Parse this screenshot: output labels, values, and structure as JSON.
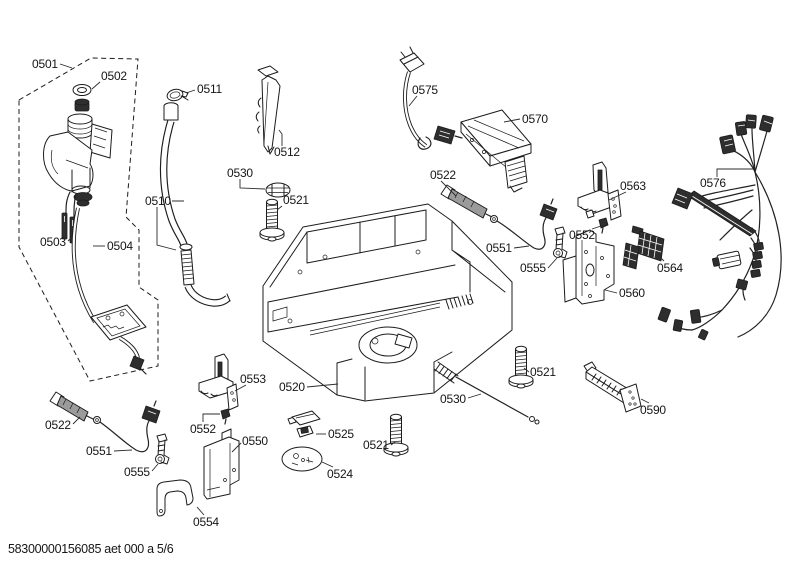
{
  "document": {
    "footer_text": "58300000156085 aet 000 a 5/6",
    "page_indicator": "5/6"
  },
  "colors": {
    "background": "#ffffff",
    "line": "#1c1c1c",
    "dark_part_fill": "#2e2e2e",
    "gray_part_fill": "#9b9b9b",
    "label_text": "#161616"
  },
  "labels": [
    {
      "code": "0501"
    },
    {
      "code": "0502"
    },
    {
      "code": "0511"
    },
    {
      "code": "0512"
    },
    {
      "code": "0575"
    },
    {
      "code": "0570"
    },
    {
      "code": "0530"
    },
    {
      "code": "0522"
    },
    {
      "code": "0563"
    },
    {
      "code": "0576"
    },
    {
      "code": "0510"
    },
    {
      "code": "0521"
    },
    {
      "code": "0503"
    },
    {
      "code": "0504"
    },
    {
      "code": "0551"
    },
    {
      "code": "0552"
    },
    {
      "code": "0555"
    },
    {
      "code": "0564"
    },
    {
      "code": "0560"
    },
    {
      "code": "0553"
    },
    {
      "code": "0520"
    },
    {
      "code": "0521"
    },
    {
      "code": "0530"
    },
    {
      "code": "0590"
    },
    {
      "code": "0522"
    },
    {
      "code": "0551"
    },
    {
      "code": "0552"
    },
    {
      "code": "0550"
    },
    {
      "code": "0525"
    },
    {
      "code": "0555"
    },
    {
      "code": "0521"
    },
    {
      "code": "0524"
    },
    {
      "code": "0554"
    }
  ]
}
